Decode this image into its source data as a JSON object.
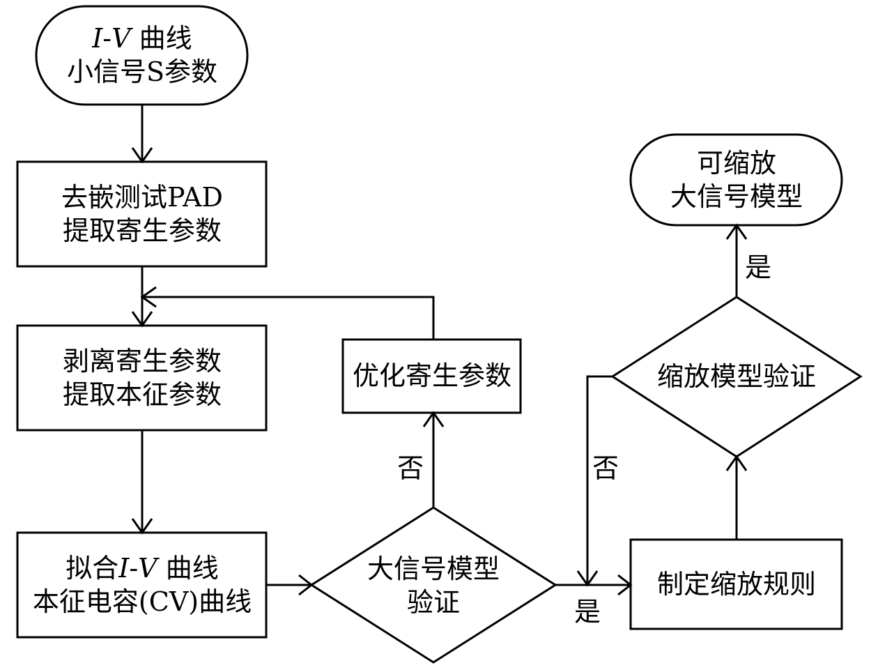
{
  "nodes": {
    "start": {
      "l1_a": "I",
      "l1_b": "-",
      "l1_c": "V",
      "l1_d": " 曲线",
      "l2": "小信号S参数"
    },
    "deembed": {
      "l1": "去嵌测试PAD",
      "l2": "提取寄生参数"
    },
    "strip": {
      "l1": "剥离寄生参数",
      "l2": "提取本征参数"
    },
    "fit": {
      "l1_a": "拟合",
      "l1_b": "I",
      "l1_c": "-",
      "l1_d": "V",
      "l1_e": " 曲线",
      "l2": "本征电容(CV)曲线"
    },
    "large_verify": {
      "l1": "大信号模型",
      "l2": "验证"
    },
    "optimize": {
      "l1": "优化寄生参数"
    },
    "scaling_rule": {
      "l1": "制定缩放规则"
    },
    "scale_verify": {
      "l1": "缩放模型验证"
    },
    "end": {
      "l1": "可缩放",
      "l2": "大信号模型"
    }
  },
  "edge_labels": {
    "large_no": "否",
    "large_yes": "是",
    "scale_no": "否",
    "scale_yes": "是"
  }
}
